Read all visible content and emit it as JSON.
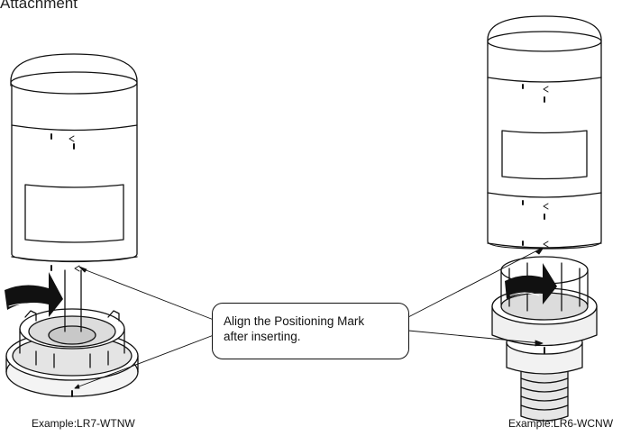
{
  "header": {
    "title": "Attachment"
  },
  "callout": {
    "line1": "Align the Positioning Mark",
    "line2": "after inserting."
  },
  "captions": {
    "left": "Example:LR7-WTNW",
    "right": "Example:LR6-WCNW"
  },
  "icons": [
    "rotate-arrow-icon"
  ]
}
